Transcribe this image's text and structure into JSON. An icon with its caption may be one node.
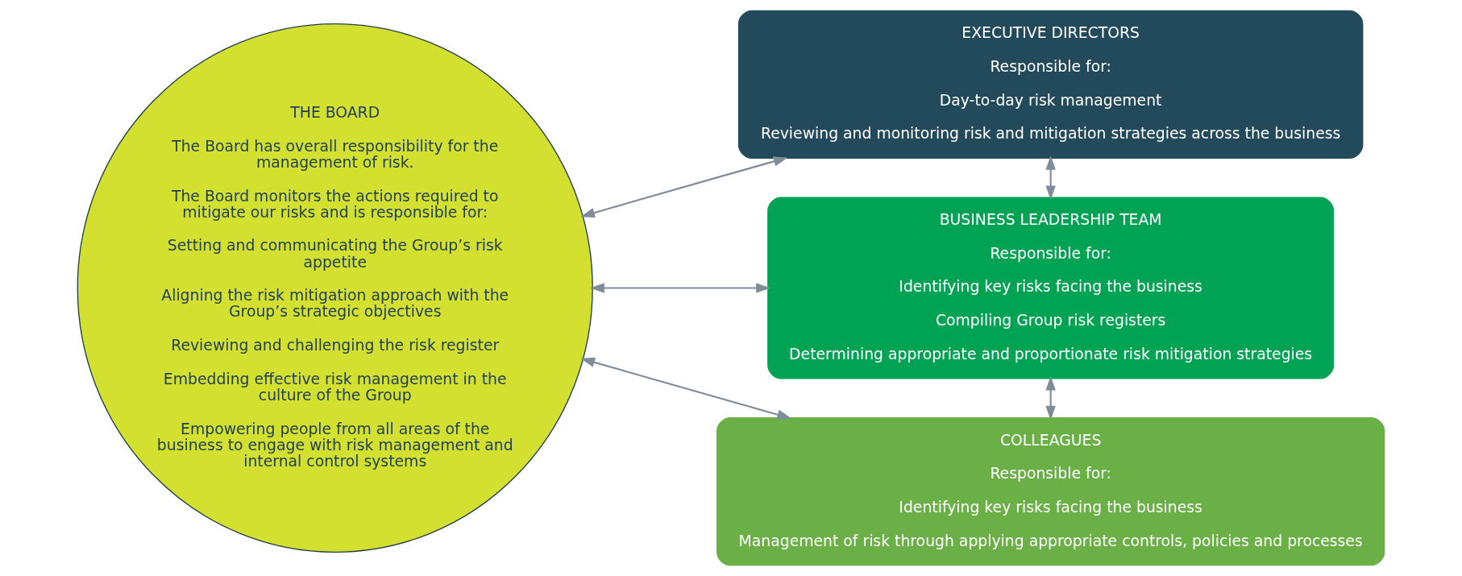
{
  "diagram": {
    "nodes": [
      {
        "text": [
          "THE BOARD",
          "The Board has overall responsibility for the management of risk.",
          "The Board monitors the actions required to mitigate our risks and is responsible for:",
          "Setting and communicating the Group’s risk appetite",
          "Aligning the risk mitigation approach with the Group’s strategic objectives",
          "Reviewing and challenging the risk register",
          "Embedding effective risk management in the culture of the Group",
          "Empowering people from all areas of the business to engage with risk management and internal control systems"
        ]
      },
      {
        "text": [
          "EXECUTIVE DIRECTORS",
          "Responsible for:",
          "Day-to-day risk management",
          "Reviewing and monitoring risk and mitigation strategies across the business"
        ]
      },
      {
        "text": [
          "BUSINESS LEADERSHIP TEAM",
          "Responsible for:",
          "Identifying key risks facing the business",
          "Compiling Group risk registers",
          "Determining appropriate and proportionate risk mitigation strategies"
        ]
      },
      {
        "text": [
          "COLLEAGUES",
          "Responsible for:",
          "Identifying key risks facing the business",
          "Management of risk through applying appropriate controls, policies and processes"
        ]
      }
    ],
    "edges": [
      {
        "from": 0,
        "to": 1,
        "arrow": "both"
      },
      {
        "from": 0,
        "to": 2,
        "arrow": "both"
      },
      {
        "from": 0,
        "to": 3,
        "arrow": "both"
      },
      {
        "from": 1,
        "to": 2,
        "arrow": "both"
      },
      {
        "from": 2,
        "to": 3,
        "arrow": "both"
      }
    ]
  }
}
